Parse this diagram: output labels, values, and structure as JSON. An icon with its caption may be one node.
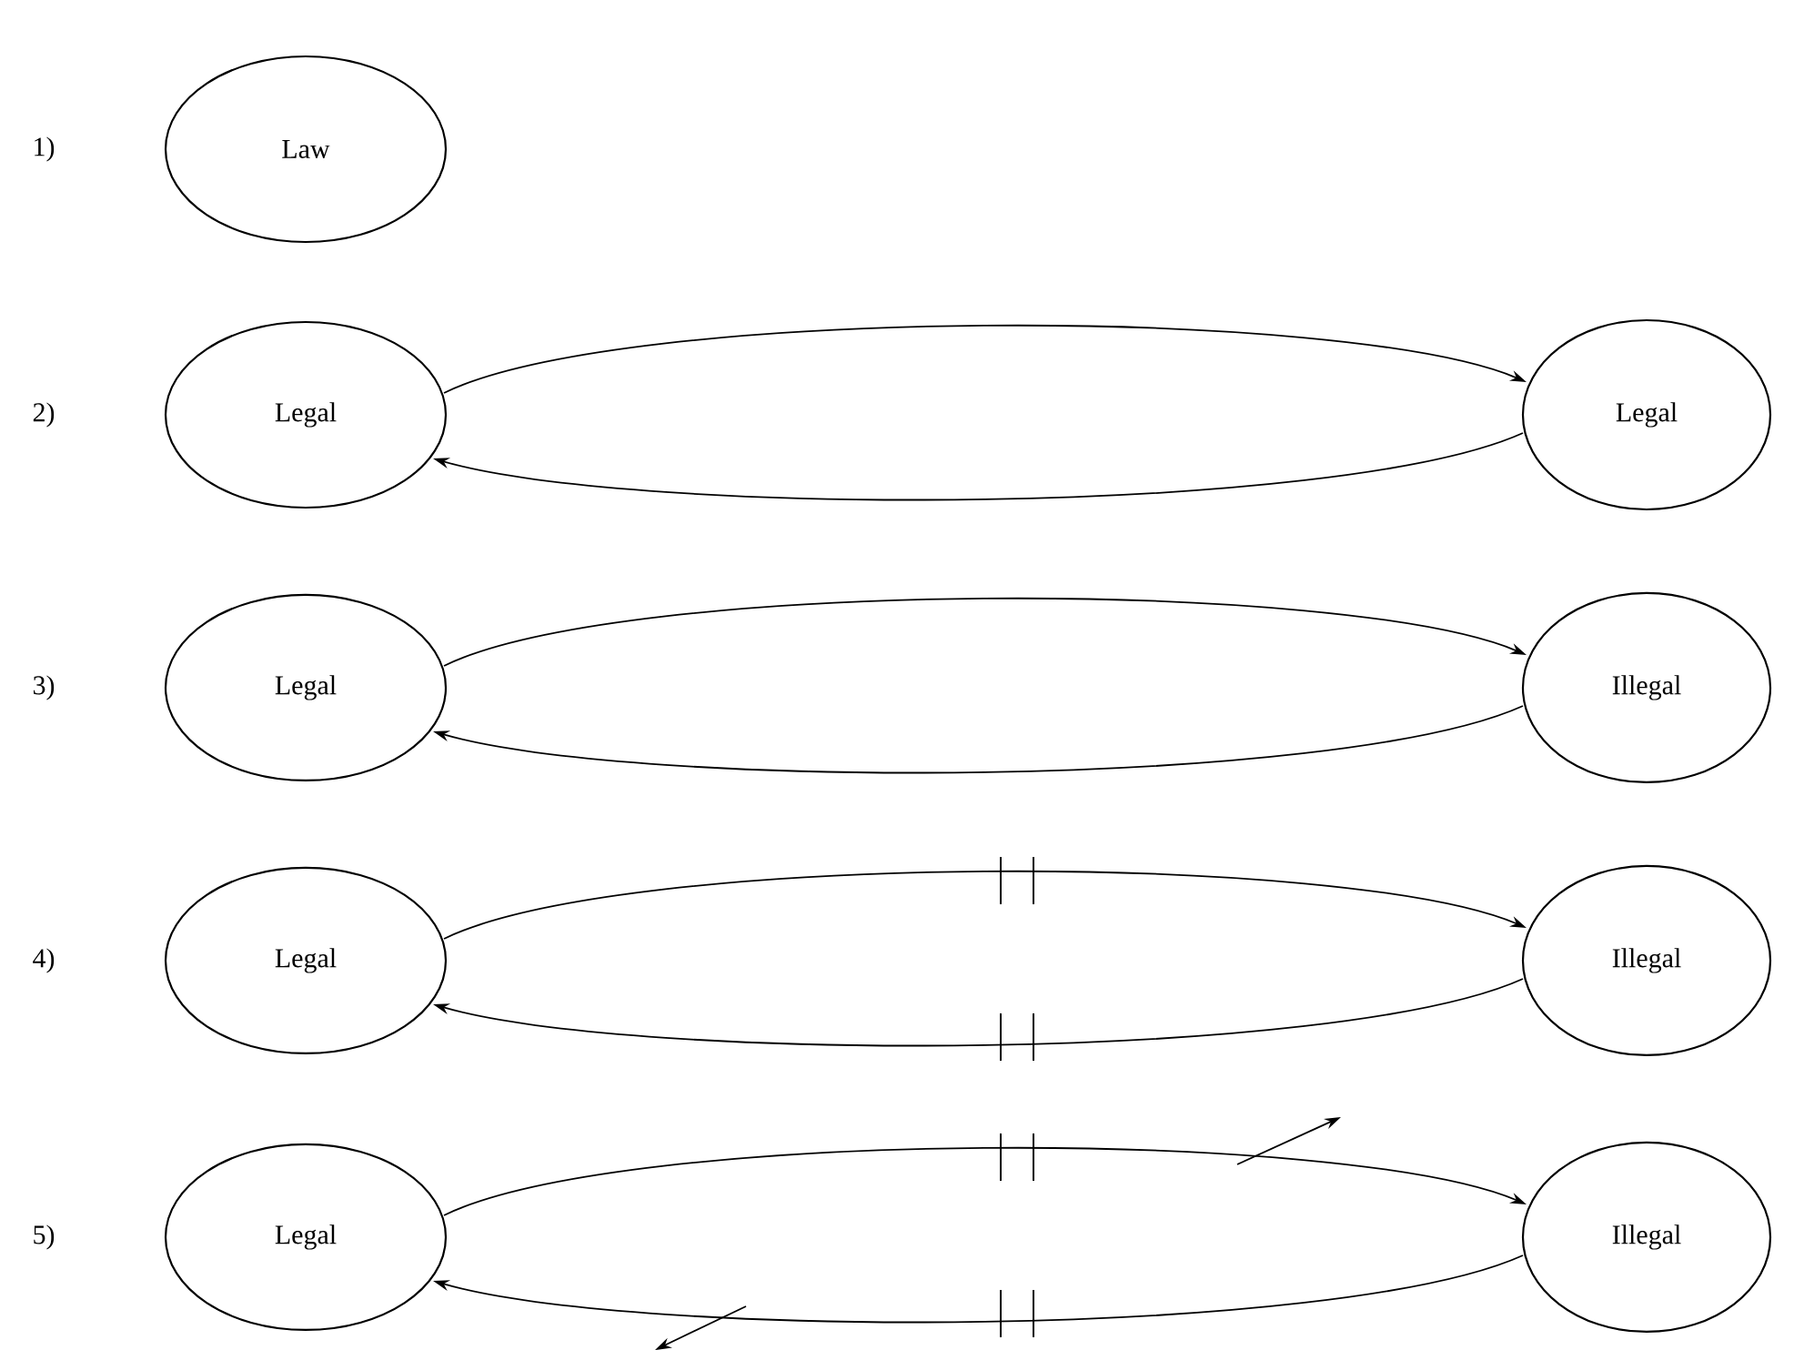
{
  "diagram": {
    "nodes": [
      {
        "text": [
          "Law"
        ]
      },
      {
        "text": [
          "Legal"
        ]
      },
      {
        "text": [
          "Legal"
        ]
      },
      {
        "text": [
          "Legal"
        ]
      },
      {
        "text": [
          "Illegal"
        ]
      },
      {
        "text": [
          "Legal"
        ]
      },
      {
        "text": [
          "Illegal"
        ]
      },
      {
        "text": [
          "Legal"
        ]
      },
      {
        "text": [
          "Illegal"
        ]
      }
    ],
    "edges": [
      {
        "from": 1,
        "to": 2,
        "arrow": "to"
      },
      {
        "from": 2,
        "to": 1,
        "arrow": "to"
      },
      {
        "from": 3,
        "to": 4,
        "arrow": "to"
      },
      {
        "from": 4,
        "to": 3,
        "arrow": "to"
      },
      {
        "from": 5,
        "to": 6,
        "arrow": "to"
      },
      {
        "from": 6,
        "to": 5,
        "arrow": "to"
      },
      {
        "from": 7,
        "to": 8,
        "arrow": "to"
      },
      {
        "from": 8,
        "to": 7,
        "arrow": "to"
      }
    ],
    "labels": [
      "1)",
      "2)",
      "3)",
      "4)",
      "5)"
    ]
  }
}
